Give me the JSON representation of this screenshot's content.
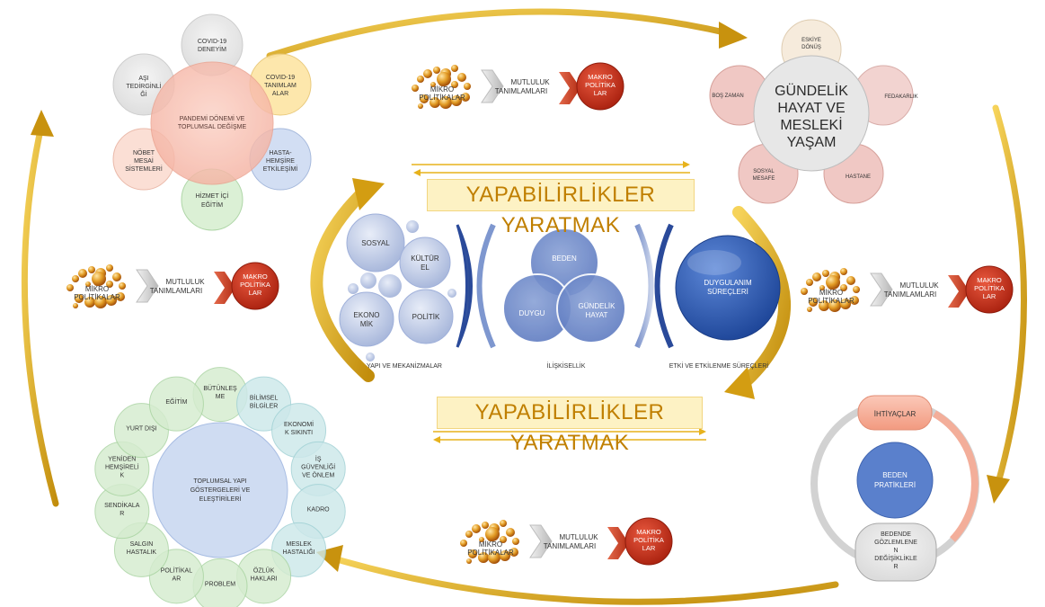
{
  "top_left_cluster": {
    "center": [
      "PANDEMİ DÖNEMİ VE",
      "TOPLUMSAL DEĞİŞME"
    ],
    "petals": [
      [
        "COVID-19",
        "DENEYİM"
      ],
      [
        "COVID-19",
        "TANIMLAM",
        "ALAR"
      ],
      [
        "HASTA-",
        "HEMŞİRE",
        "ETKİLEŞİMİ"
      ],
      [
        "HİZMET İÇİ",
        "EĞİTİM"
      ],
      [
        "NÖBET",
        "MESAİ",
        "SİSTEMLERİ"
      ],
      [
        "AŞI",
        "TEDİRGİNLİ",
        "Ğİ"
      ]
    ]
  },
  "top_right_cluster": {
    "center": [
      "GÜNDELİK",
      "HAYAT VE",
      "MESLEKİ",
      "YAŞAM"
    ],
    "petals": [
      [
        "ESKİYE",
        "DÖNÜŞ"
      ],
      [
        "FEDAKARLIK"
      ],
      [
        "HASTANE"
      ],
      [
        "SOSYAL",
        "MESAFE"
      ],
      [
        "BOŞ ZAMAN"
      ]
    ]
  },
  "policy_flow": {
    "micro": [
      "MİKRO",
      "POLİTİKALAR"
    ],
    "happiness": [
      "MUTLULUK",
      "TANIMLAMLARI"
    ],
    "macro": [
      "MAKRO",
      "POLİTİKA",
      "LAR"
    ]
  },
  "banner_text": "YAPABİLİRLİKLER YARATMAK",
  "center_panel": {
    "bubbles": {
      "sosyal": [
        "SOSYAL"
      ],
      "kultur": [
        "KÜLTÜR",
        "EL"
      ],
      "ekonomik": [
        "EKONO",
        "MİK"
      ],
      "politik": [
        "POLİTİK"
      ]
    },
    "venn": {
      "beden": [
        "BEDEN"
      ],
      "duygu": [
        "DUYGU"
      ],
      "gundelik": [
        "GÜNDELİK",
        "HAYAT"
      ]
    },
    "emotion": [
      "DUYGULANIM",
      "SÜREÇLERİ"
    ],
    "labels": [
      "YAPI VE MEKANİZMALAR",
      "İLİŞKİSELLİK",
      "ETKİ VE ETKİLENME SÜREÇLERİ"
    ]
  },
  "bottom_left_cluster": {
    "center": [
      "TOPLUMSAL YAPI",
      "GÖSTERGELERİ VE",
      "ELEŞTİRİLERİ"
    ],
    "ring": [
      [
        "BÜTÜNLEŞ",
        "ME"
      ],
      [
        "BİLİMSEL",
        "BİLGİLER"
      ],
      [
        "EKONOMİ",
        "K SIKINTI"
      ],
      [
        "İŞ",
        "GÜVENLİĞİ",
        "VE ÖNLEM"
      ],
      [
        "KADRO"
      ],
      [
        "MESLEK",
        "HASTALIĞI"
      ],
      [
        "ÖZLÜK",
        "HAKLARI"
      ],
      [
        "PROBLEM"
      ],
      [
        "POLİTİKAL",
        "AR"
      ],
      [
        "SALGIN",
        "HASTALIK"
      ],
      [
        "SENDİKALA",
        "R"
      ],
      [
        "YENİDEN",
        "HEMŞİRELİ",
        "K"
      ],
      [
        "YURT DIŞI"
      ],
      [
        "EĞİTİM"
      ]
    ]
  },
  "bottom_right_cycle": {
    "needs": [
      "İHTİYAÇLAR"
    ],
    "body": [
      "BEDEN",
      "PRATİKLERİ"
    ],
    "changes": [
      "BEDENDE",
      "GÖZLEMLENE",
      "N",
      "DEĞİŞİKLİKLE",
      "R"
    ]
  },
  "colors": {
    "gold": "#e2b21e",
    "gold_dark": "#b37c08",
    "banner_text": "#c07f00",
    "macro_red": "#c0301c",
    "blue_dark": "#2e5cb0",
    "blue_bubble": "#a9b8da",
    "green_petal": "#d4ecd0",
    "teal_petal": "#cce8ea"
  }
}
